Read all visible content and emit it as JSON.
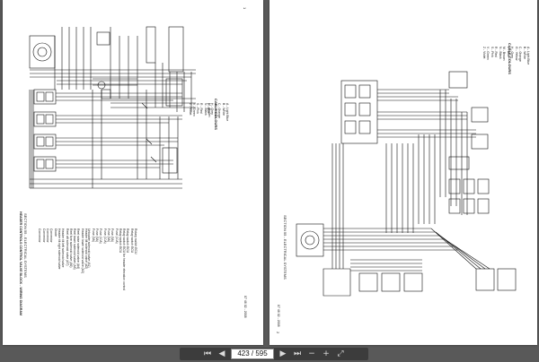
{
  "viewer": {
    "page_indicator": "423 / 595",
    "toolbar_icons": [
      "first-page-icon",
      "previous-page-icon",
      "next-page-icon",
      "last-page-icon",
      "zoom-out-icon",
      "zoom-in-icon",
      "fit-page-icon"
    ]
  },
  "left_page": {
    "section_title": "SECTION 55 - ELECTRICAL SYSTEMS",
    "diagram_title": "HEADER CONTROLS CONTROL VALVE BLOCK - WIRING DIAGRAM",
    "cable_colours_title": "CABLE COLOURS",
    "cable_colours": [
      "A - Light Blue",
      "B - White",
      "C - Orange",
      "G - Yellow",
      "H - Grey",
      "L - Blue",
      "M - Brown",
      "N - Black",
      "R - Red",
      "S - Pink",
      "V - Green",
      "Z - Violet"
    ],
    "legend": [
      "Rotary switch ECU",
      "Relay switch ECU",
      "Relay switch ECU",
      "Relay switch ECU for header elevation control",
      "Relay switch ECU",
      "Fuse (10A)",
      "Fuse (5A)",
      "Fuse (5A)",
      "Fuse (10A)",
      "Fuse (10A)",
      "Fuse (5A)",
      "Fuse (5A)",
      "Unloader solenoid valve (A1)",
      "Header lift solenoid valve (A2)",
      "Header lower solenoid valve (A3)",
      "Reel raise solenoid valve (A4)",
      "Reel lower solenoid valve (A5)",
      "Reel fore solenoid valve (A6)",
      "Reel aft solenoid valve (A7)",
      "Header tilt left solenoid valve",
      "Header tilt right solenoid valve",
      "Diode",
      "Connector",
      "Connector",
      "Connector",
      "Connector"
    ],
    "footer": "87 46 02 - 2008",
    "page_number": "1"
  },
  "right_page": {
    "section_title": "SECTION 55 - ELECTRICAL SYSTEMS",
    "cable_colours_title": "CABLE COLOURS",
    "cable_colours": [
      "A - Light Blue",
      "B - White",
      "C - Orange",
      "G - Yellow",
      "H - Grey",
      "L - Blue",
      "M - Brown",
      "N - Black",
      "R - Red",
      "S - Pink",
      "V - Green",
      "Z - Violet"
    ],
    "footer": "87 46 02 - 2008",
    "page_number": "2"
  }
}
